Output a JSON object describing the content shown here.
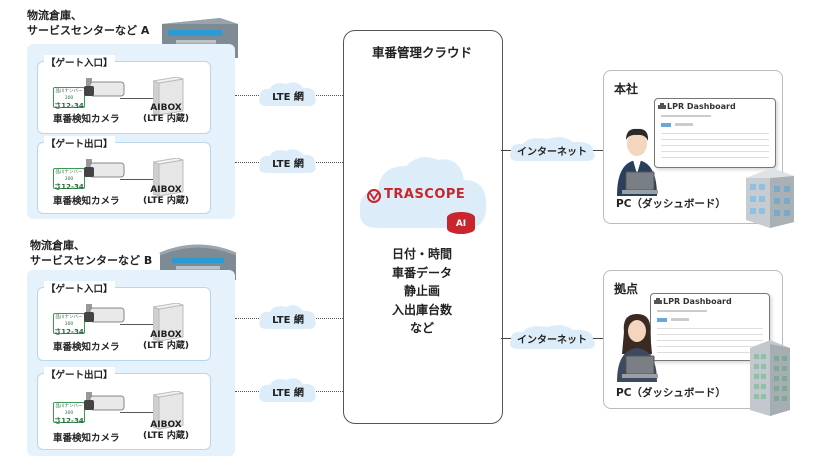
{
  "site_a": {
    "title_line1": "物流倉庫、",
    "title_line2": "サービスセンターなど A",
    "gates": [
      {
        "label": "【ゲート入口】",
        "camera": "車番検知カメラ",
        "aibox_line1": "AIBOX",
        "aibox_line2": "(LTE 内蔵)",
        "network": "LTE 網"
      },
      {
        "label": "【ゲート出口】",
        "camera": "車番検知カメラ",
        "aibox_line1": "AIBOX",
        "aibox_line2": "(LTE 内蔵)",
        "network": "LTE 網"
      }
    ]
  },
  "site_b": {
    "title_line1": "物流倉庫、",
    "title_line2": "サービスセンターなど B",
    "gates": [
      {
        "label": "【ゲート入口】",
        "camera": "車番検知カメラ",
        "aibox_line1": "AIBOX",
        "aibox_line2": "(LTE 内蔵)",
        "network": "LTE 網"
      },
      {
        "label": "【ゲート出口】",
        "camera": "車番検知カメラ",
        "aibox_line1": "AIBOX",
        "aibox_line2": "(LTE 内蔵)",
        "network": "LTE 網"
      }
    ]
  },
  "plate": {
    "small": "品川ナンバー 300",
    "number": "さ12-34"
  },
  "cloud": {
    "title": "車番管理クラウド",
    "logo_text": "TRASCOPE",
    "ai_badge": "AI",
    "data_items": [
      "日付・時間",
      "車番データ",
      "静止画",
      "入出庫台数",
      "など"
    ]
  },
  "offices": [
    {
      "title": "本社",
      "network": "インターネット",
      "pc_label": "PC（ダッシュボード）",
      "dashboard_title": "LPR Dashboard"
    },
    {
      "title": "拠点",
      "network": "インターネット",
      "pc_label": "PC（ダッシュボード）",
      "dashboard_title": "LPR Dashboard"
    }
  ],
  "colors": {
    "panel": "#e6f2fb",
    "cloud": "#dcecf8",
    "logo_red": "#c8252c",
    "warehouse": "#6d7b85"
  }
}
